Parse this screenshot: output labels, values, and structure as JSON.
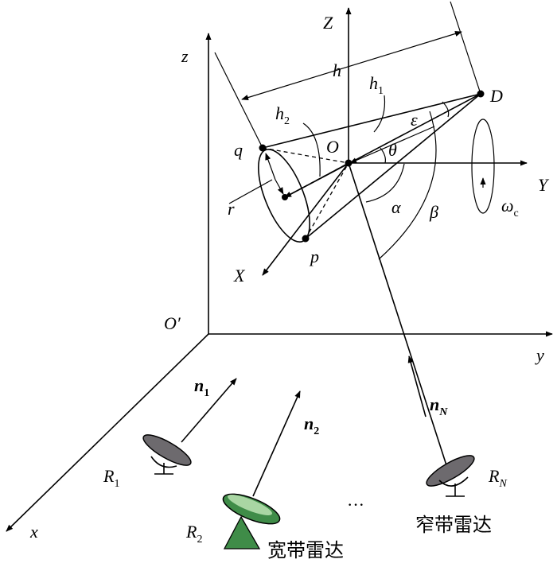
{
  "labels": {
    "Z": "Z",
    "z": "z",
    "h": "h",
    "h1": "h",
    "h1_sub": "1",
    "h2": "h",
    "h2_sub": "2",
    "D": "D",
    "q": "q",
    "O": "O",
    "epsilon": "ε",
    "theta": "θ",
    "Y": "Y",
    "r": "r",
    "alpha": "α",
    "beta": "β",
    "omega": "ω",
    "omega_sub": "c",
    "p": "p",
    "X": "X",
    "O_prime": "O′",
    "y": "y",
    "x": "x",
    "n1": "n",
    "n1_sub": "1",
    "n2": "n",
    "n2_sub": "2",
    "nN": "n",
    "nN_sub": "N",
    "R1": "R",
    "R1_sub": "1",
    "R2": "R",
    "R2_sub": "2",
    "RN": "R",
    "RN_sub": "N",
    "dots": "···",
    "wideband": "宽带雷达",
    "narrowband": "窄带雷达"
  },
  "colors": {
    "line": "#000000",
    "dish_gray": "#6d6a6e",
    "dish_green": "#3f8c48",
    "dish_green_light": "#a9d6a3"
  }
}
